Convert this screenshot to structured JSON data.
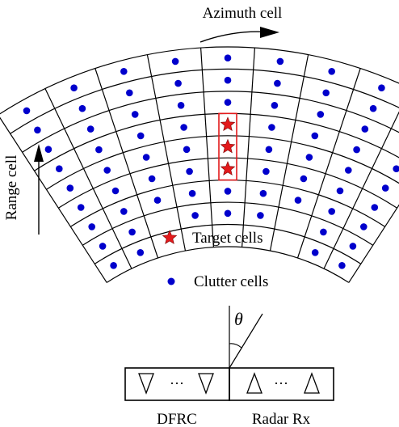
{
  "labels": {
    "azimuth": "Azimuth cell",
    "range": "Range cell",
    "legend_target": "Target cells",
    "legend_clutter": "Clutter cells",
    "theta": "θ",
    "dfrc": "DFRC",
    "radar_rx": "Radar Rx",
    "ellipsis_left": "···",
    "ellipsis_right": "···"
  },
  "colors": {
    "grid": "#000000",
    "clutter_dot": "#0000cc",
    "target_star": "#e31a1c",
    "target_box": "#e31a1c"
  },
  "icons": {
    "target": "red-star",
    "clutter": "blue-dot",
    "tx_element": "down-triangle",
    "rx_element": "up-triangle"
  },
  "grid": {
    "azimuth_cells": 9,
    "range_cells": 9,
    "target_column": 5,
    "target_rows": [
      3,
      4,
      5
    ]
  }
}
